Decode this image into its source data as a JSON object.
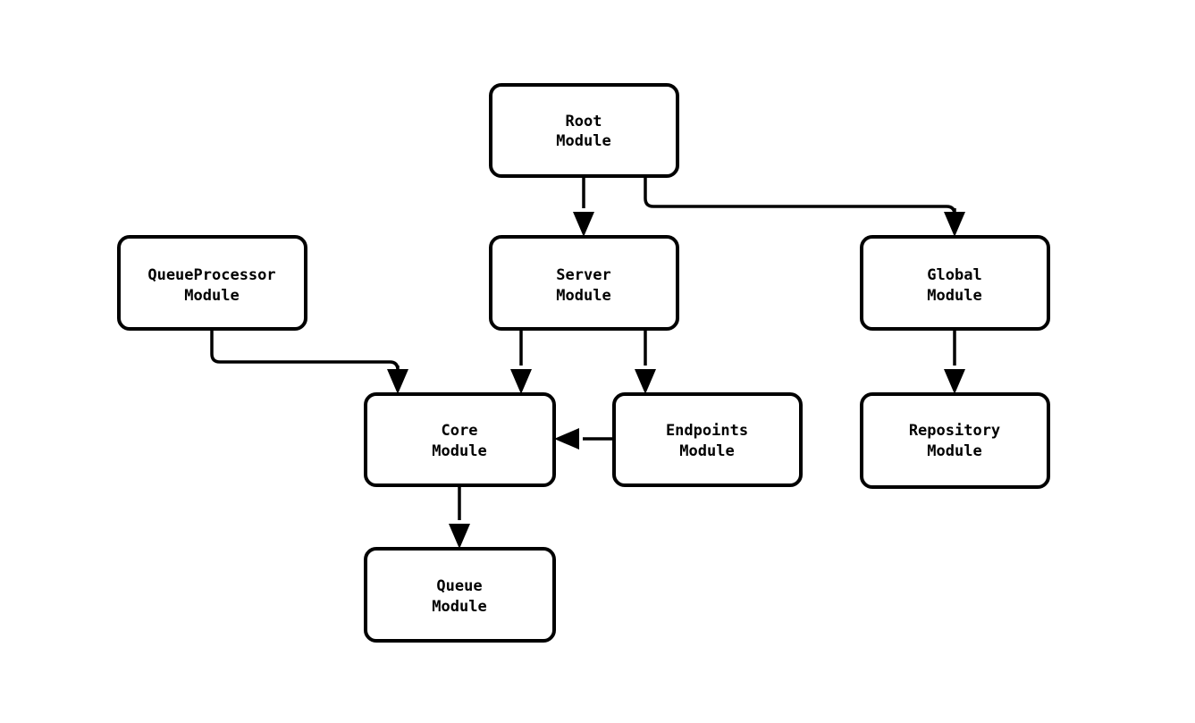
{
  "diagram": {
    "type": "flowchart",
    "orientation": "top-down",
    "background_color": "#ffffff",
    "stroke_color": "#000000",
    "node_fill_color": "#ffffff",
    "nodes": [
      {
        "id": "root",
        "line1": "Root",
        "line2": "Module"
      },
      {
        "id": "queueprocessor",
        "line1": "QueueProcessor",
        "line2": "Module"
      },
      {
        "id": "server",
        "line1": "Server",
        "line2": "Module"
      },
      {
        "id": "global",
        "line1": "Global",
        "line2": "Module"
      },
      {
        "id": "core",
        "line1": "Core",
        "line2": "Module"
      },
      {
        "id": "endpoints",
        "line1": "Endpoints",
        "line2": "Module"
      },
      {
        "id": "repository",
        "line1": "Repository",
        "line2": "Module"
      },
      {
        "id": "queue",
        "line1": "Queue",
        "line2": "Module"
      }
    ],
    "edges": [
      {
        "id": "root-server",
        "from": "Root Module",
        "to": "Server Module"
      },
      {
        "id": "root-global",
        "from": "Root Module",
        "to": "Global Module"
      },
      {
        "id": "queueprocessor-core",
        "from": "QueueProcessor Module",
        "to": "Core Module"
      },
      {
        "id": "server-core",
        "from": "Server Module",
        "to": "Core Module"
      },
      {
        "id": "server-endpoints",
        "from": "Server Module",
        "to": "Endpoints Module"
      },
      {
        "id": "endpoints-core",
        "from": "Endpoints Module",
        "to": "Core Module"
      },
      {
        "id": "global-repository",
        "from": "Global Module",
        "to": "Repository Module"
      },
      {
        "id": "core-queue",
        "from": "Core Module",
        "to": "Queue Module"
      }
    ]
  }
}
